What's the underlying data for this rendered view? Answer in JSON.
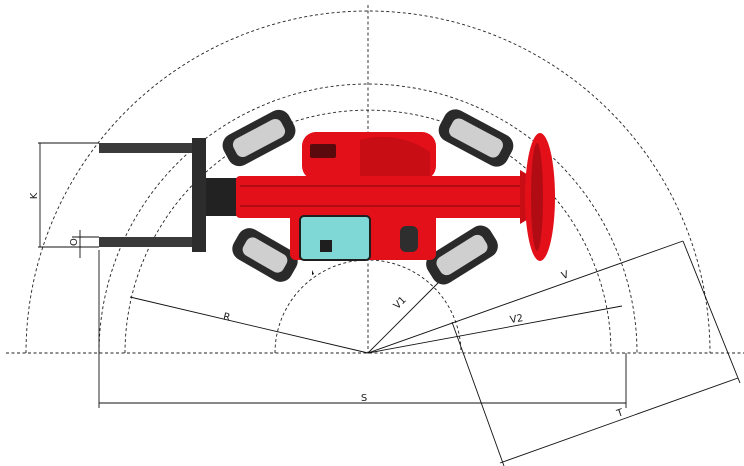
{
  "diagram": {
    "labels": {
      "k": "K",
      "o": "O",
      "r": "R",
      "v": "V",
      "v1": "V1",
      "v2": "V2",
      "s": "S",
      "t": "T"
    },
    "colors": {
      "body_red": "#e3101a",
      "dark_red": "#9a0c10",
      "tyre": "#2a2a2a",
      "cab_glass": "#7fd8d6",
      "forks": "#3a3a3a"
    }
  }
}
